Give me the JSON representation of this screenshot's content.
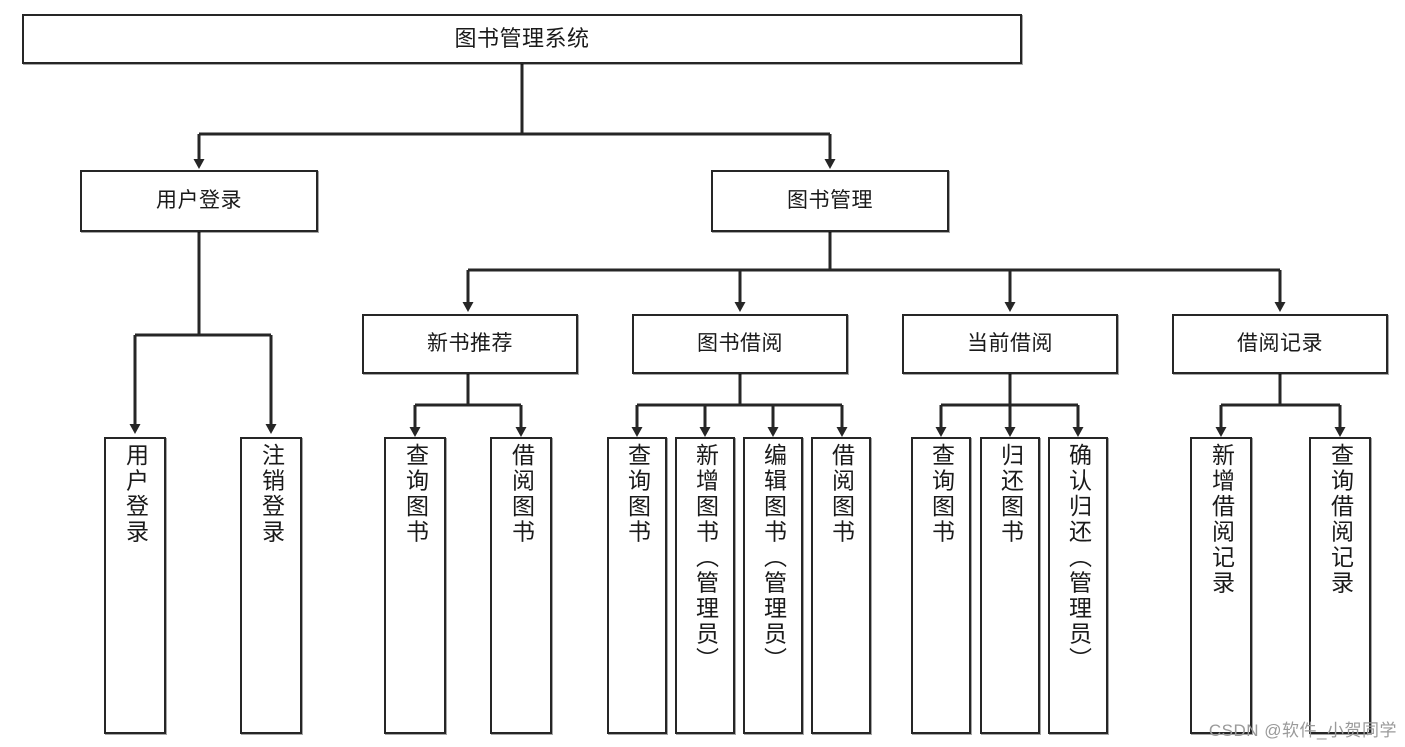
{
  "diagram": {
    "title": "图书管理系统",
    "type": "tree-hierarchy",
    "colors": {
      "node_border": "#262626",
      "node_fill": "#ffffff",
      "edge": "#262626",
      "text": "#1a1a1a",
      "watermark": "#9a9a9a",
      "background": "#ffffff"
    },
    "nodes": {
      "root": {
        "label": "图书管理系统"
      },
      "level2": [
        {
          "label": "用户登录"
        },
        {
          "label": "图书管理"
        }
      ],
      "level3": [
        {
          "label": "新书推荐"
        },
        {
          "label": "图书借阅"
        },
        {
          "label": "当前借阅"
        },
        {
          "label": "借阅记录"
        }
      ],
      "leaves": {
        "user_login": [
          {
            "label": "用户登录"
          },
          {
            "label": "注销登录"
          }
        ],
        "new_book_rec": [
          {
            "label": "查询图书"
          },
          {
            "label": "借阅图书"
          }
        ],
        "book_borrow": [
          {
            "label": "查询图书"
          },
          {
            "label": "新增图书（管理员）"
          },
          {
            "label": "编辑图书（管理员）"
          },
          {
            "label": "借阅图书"
          }
        ],
        "current_borrow": [
          {
            "label": "查询图书"
          },
          {
            "label": "归还图书"
          },
          {
            "label": "确认归还（管理员）"
          }
        ],
        "borrow_record": [
          {
            "label": "新增借阅记录"
          },
          {
            "label": "查询借阅记录"
          }
        ]
      }
    },
    "watermark": "CSDN @软件_小贺同学"
  }
}
